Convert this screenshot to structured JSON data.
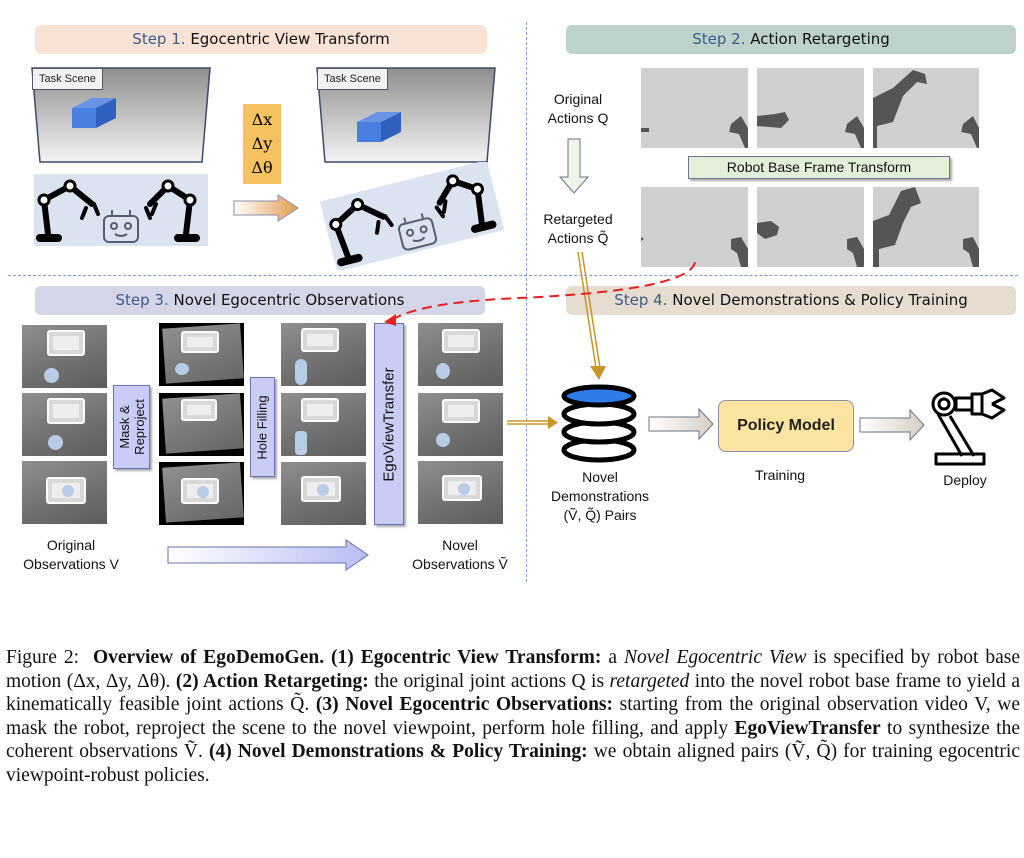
{
  "steps": {
    "step1": {
      "prefix": "Step 1.",
      "title": "Egocentric View Transform",
      "color": "#f9e3d6"
    },
    "step2": {
      "prefix": "Step 2.",
      "title": "Action Retargeting",
      "color": "#bcd2cb"
    },
    "step3": {
      "prefix": "Step 3.",
      "title": "Novel Egocentric Observations",
      "color": "#d4d5e6"
    },
    "step4": {
      "prefix": "Step 4.",
      "title": "Novel Demonstrations & Policy Training",
      "color": "#e6ddd0"
    }
  },
  "step1_panel": {
    "scene_tag_left": "Task Scene",
    "scene_tag_right": "Task Scene",
    "delta_x": "Δx",
    "delta_y": "Δy",
    "delta_theta": "Δθ",
    "delta_color": "#f5c25f"
  },
  "step2_panel": {
    "original_actions_line1": "Original",
    "original_actions_line2": "Actions Q",
    "retargeted_actions_line1": "Retargeted",
    "retargeted_actions_line2": "Actions Q̃",
    "transform_label": "Robot Base Frame Transform"
  },
  "step3_panel": {
    "mask_reproject": "Mask & Reproject",
    "mask_line1": "Mask &",
    "mask_line2": "Reproject",
    "hole_filling": "Hole Filling",
    "ego_view_transfer": "EgoViewTransfer",
    "original_obs_line1": "Original",
    "original_obs_line2": "Observations V",
    "novel_obs_line1": "Novel",
    "novel_obs_line2": "Observations Ṽ"
  },
  "step4_panel": {
    "novel_demos_line1": "Novel",
    "novel_demos_line2": "Demonstrations",
    "novel_demos_line3": "(Ṽ,  Q̃)  Pairs",
    "policy_model": "Policy Model",
    "training": "Training",
    "deploy": "Deploy",
    "policy_color": "#fde3a1"
  },
  "caption": {
    "figure_label": "Figure 2:",
    "title": "Overview of EgoDemoGen.",
    "s1_head": "(1) Egocentric View Transform:",
    "s1_a": " a ",
    "s1_italic": "Novel Egocentric View",
    "s1_b": " is specified by robot base motion (Δx, Δy, Δθ). ",
    "s2_head": "(2) Action Retargeting:",
    "s2_a": " the original joint actions Q is ",
    "s2_italic": "retargeted",
    "s2_b": " into the novel robot base frame to yield a kinematically feasible joint actions Q̃. ",
    "s3_head": "(3) Novel Egocentric Observations:",
    "s3_a": " starting from the original observation video V, we mask the robot, reproject the scene to the novel viewpoint, perform hole filling, and apply ",
    "s3_bold": "EgoViewTransfer",
    "s3_b": " to synthesize the coherent observations Ṽ. ",
    "s4_head": "(4) Novel Demonstrations & Policy Training:",
    "s4_a": " we obtain aligned pairs (Ṽ, Q̃) for training egocentric viewpoint-robust policies."
  }
}
